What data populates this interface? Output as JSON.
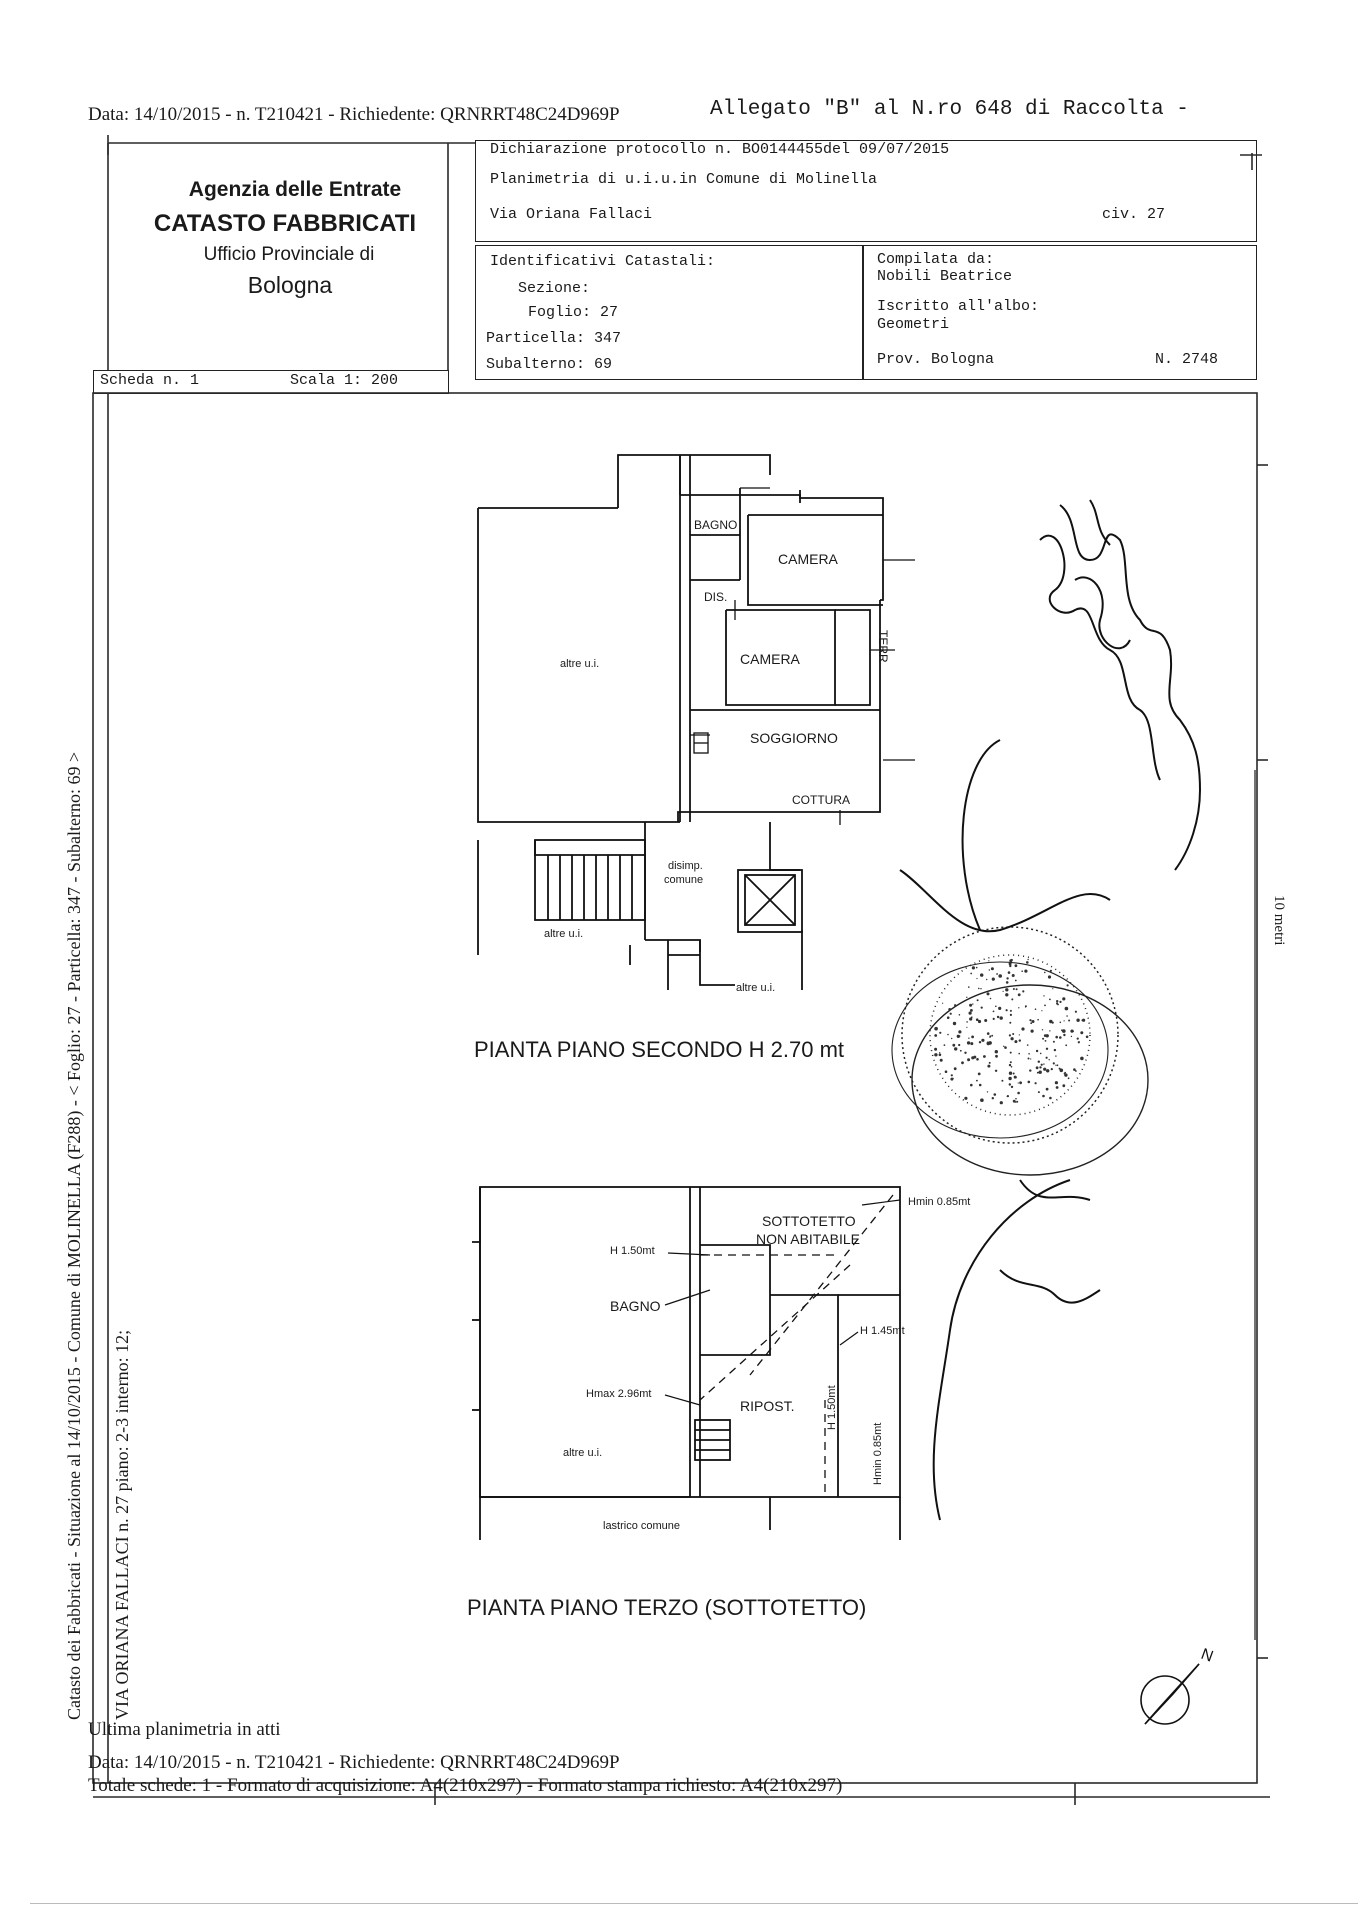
{
  "header": {
    "line": "Data: 14/10/2015 - n. T210421 - Richiedente: QRNRRT48C24D969P",
    "allegato": "Allegato \"B\" al N.ro 648 di Raccolta -"
  },
  "office": {
    "line1": "Agenzia delle Entrate",
    "line2": "CATASTO FABBRICATI",
    "line3": "Ufficio Provinciale di",
    "line4": "Bologna"
  },
  "declaration": {
    "protocol": "Dichiarazione protocollo n. BO0144455del 09/07/2015",
    "planimetria": "Planimetria di u.i.u.in Comune di Molinella",
    "address": "Via Oriana Fallaci",
    "civ": "civ. 27"
  },
  "identifiers": {
    "title": "Identificativi Catastali:",
    "sezione": "Sezione:",
    "foglio": "Foglio: 27",
    "particella": "Particella: 347",
    "subalterno": "Subalterno: 69"
  },
  "compiler": {
    "title": "Compilata da:",
    "name": "Nobili Beatrice",
    "albo_label": "Iscritto all'albo:",
    "albo": "Geometri",
    "prov": "Prov. Bologna",
    "number": "N. 2748"
  },
  "scheda": {
    "number": "Scheda n. 1",
    "scale": "Scala 1: 200"
  },
  "side_vertical": {
    "line1": "Catasto dei Fabbricati - Situazione al 14/10/2015 - Comune di MOLINELLA (F288) - < Foglio: 27 - Particella: 347 - Subalterno: 69 >",
    "line2": "VIA ORIANA FALLACI n. 27 piano: 2-3 interno: 12;"
  },
  "scale_bar": "10 metri",
  "floor2": {
    "title": "PIANTA PIANO SECONDO H 2.70 mt",
    "rooms": {
      "bagno": "BAGNO",
      "camera1": "CAMERA",
      "dis": "DIS.",
      "camera2": "CAMERA",
      "terr": "TERR",
      "soggiorno": "SOGGIORNO",
      "cottura": "COTTURA",
      "altre1": "altre u.i.",
      "disimp1": "disimp.",
      "disimp2": "comune",
      "altre2": "altre u.i.",
      "altre3": "altre u.i."
    }
  },
  "floor3": {
    "title": "PIANTA PIANO TERZO (SOTTOTETTO)",
    "rooms": {
      "sottotetto1": "SOTTOTETTO",
      "sottotetto2": "NON ABITABILE",
      "hmin085a": "Hmin 0.85mt",
      "h150": "H 1.50mt",
      "bagno": "BAGNO",
      "h145": "H 1.45mt",
      "hmax": "Hmax 2.96mt",
      "ripost": "RIPOST.",
      "altre": "altre u.i.",
      "h150v": "H 1.50mt",
      "hmin085v": "Hmin 0.85mt",
      "lastrico": "lastrico comune"
    }
  },
  "footer": {
    "ultima": "Ultima planimetria in atti",
    "data": "Data: 14/10/2015 - n. T210421 - Richiedente: QRNRRT48C24D969P",
    "totale": "Totale schede: 1 - Formato di acquisizione: A4(210x297) - Formato stampa richiesto: A4(210x297)"
  }
}
